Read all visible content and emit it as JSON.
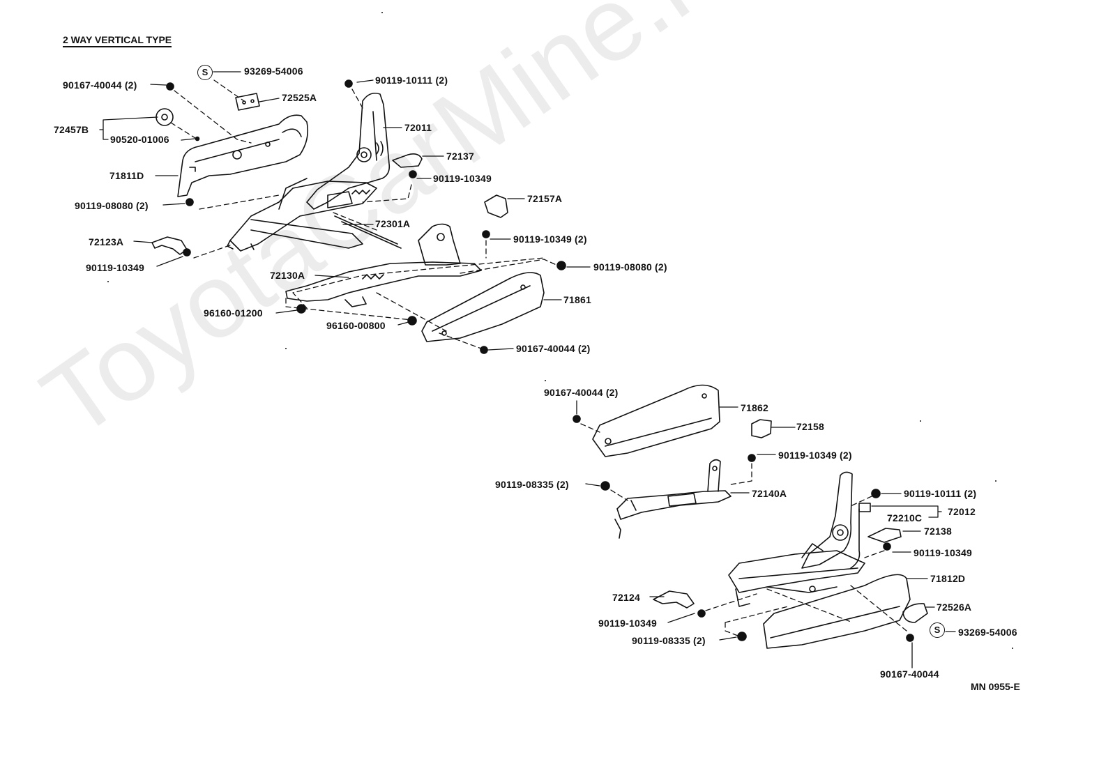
{
  "title": "2 WAY VERTICAL TYPE",
  "watermark": "ToyotaCarMine.ru",
  "diagram_code": "MN 0955-E",
  "s_mark": "S",
  "labels": {
    "p93269_54006_top": "93269-54006",
    "p90167_40044_2_a": "90167-40044 (2)",
    "p72525A": "72525A",
    "p90119_10111_2_a": "90119-10111 (2)",
    "p72457B": "72457B",
    "p90520_01006": "90520-01006",
    "p72011": "72011",
    "p72137": "72137",
    "p71811D": "71811D",
    "p90119_10349_a": "90119-10349",
    "p90119_08080_2_a": "90119-08080 (2)",
    "p72157A": "72157A",
    "p72301A": "72301A",
    "p72123A": "72123A",
    "p90119_10349_2": "90119-10349 (2)",
    "p90119_10349_b": "90119-10349",
    "p90119_08080_2_b": "90119-08080 (2)",
    "p72130A": "72130A",
    "p71861": "71861",
    "p96160_01200": "96160-01200",
    "p96160_00800": "96160-00800",
    "p90167_40044_2_b": "90167-40044 (2)",
    "p90167_40044_2_c": "90167-40044 (2)",
    "p71862": "71862",
    "p72158": "72158",
    "p90119_10349_2_b": "90119-10349 (2)",
    "p90119_08335_2_a": "90119-08335 (2)",
    "p72140A": "72140A",
    "p90119_10111_2_b": "90119-10111 (2)",
    "p72210C": "72210C",
    "p72012": "72012",
    "p72138": "72138",
    "p90119_10349_c": "90119-10349",
    "p71812D": "71812D",
    "p72124": "72124",
    "p72526A": "72526A",
    "p90119_10349_d": "90119-10349",
    "p93269_54006_bottom": "93269-54006",
    "p90119_08335_2_b": "90119-08335 (2)",
    "p90167_40044_d": "90167-40044"
  }
}
